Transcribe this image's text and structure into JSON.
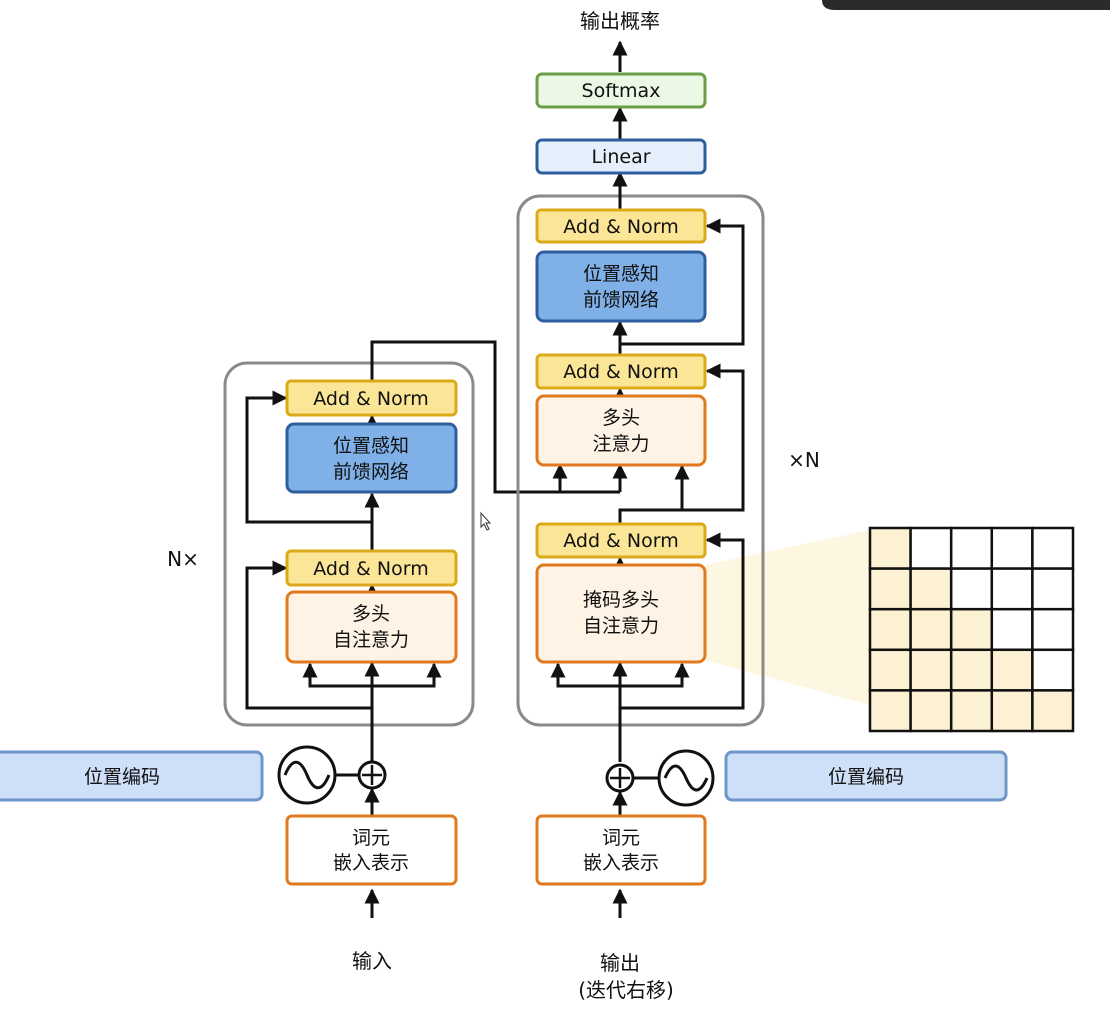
{
  "title_output": "输出概率",
  "softmax": "Softmax",
  "linear": "Linear",
  "add_norm": "Add & Norm",
  "ffn": [
    "位置感知",
    "前馈网络"
  ],
  "encoder": {
    "attn": [
      "多头",
      "自注意力"
    ],
    "repeat_label": "N×"
  },
  "decoder": {
    "cross_attn": [
      "多头",
      "注意力"
    ],
    "masked_attn": [
      "掩码多头",
      "自注意力"
    ],
    "repeat_label": "×N"
  },
  "embedding": [
    "词元",
    "嵌入表示"
  ],
  "pos_encoding": "位置编码",
  "input_label": "输入",
  "output_label": [
    "输出",
    "(迭代右移)"
  ],
  "colors": {
    "add_norm_fill": "#fbe697",
    "add_norm_stroke": "#dcaa18",
    "ffn_fill": "#7fb0e8",
    "ffn_stroke": "#2f5e9e",
    "attn_fill": "#fef3e4",
    "attn_stroke": "#e07a1f",
    "softmax_fill": "#ecf8e6",
    "softmax_stroke": "#6a9f45",
    "linear_fill": "#e6f0fc",
    "linear_stroke": "#2f5e9e",
    "pos_fill": "#cde0f8",
    "pos_stroke": "#6f96c8"
  }
}
